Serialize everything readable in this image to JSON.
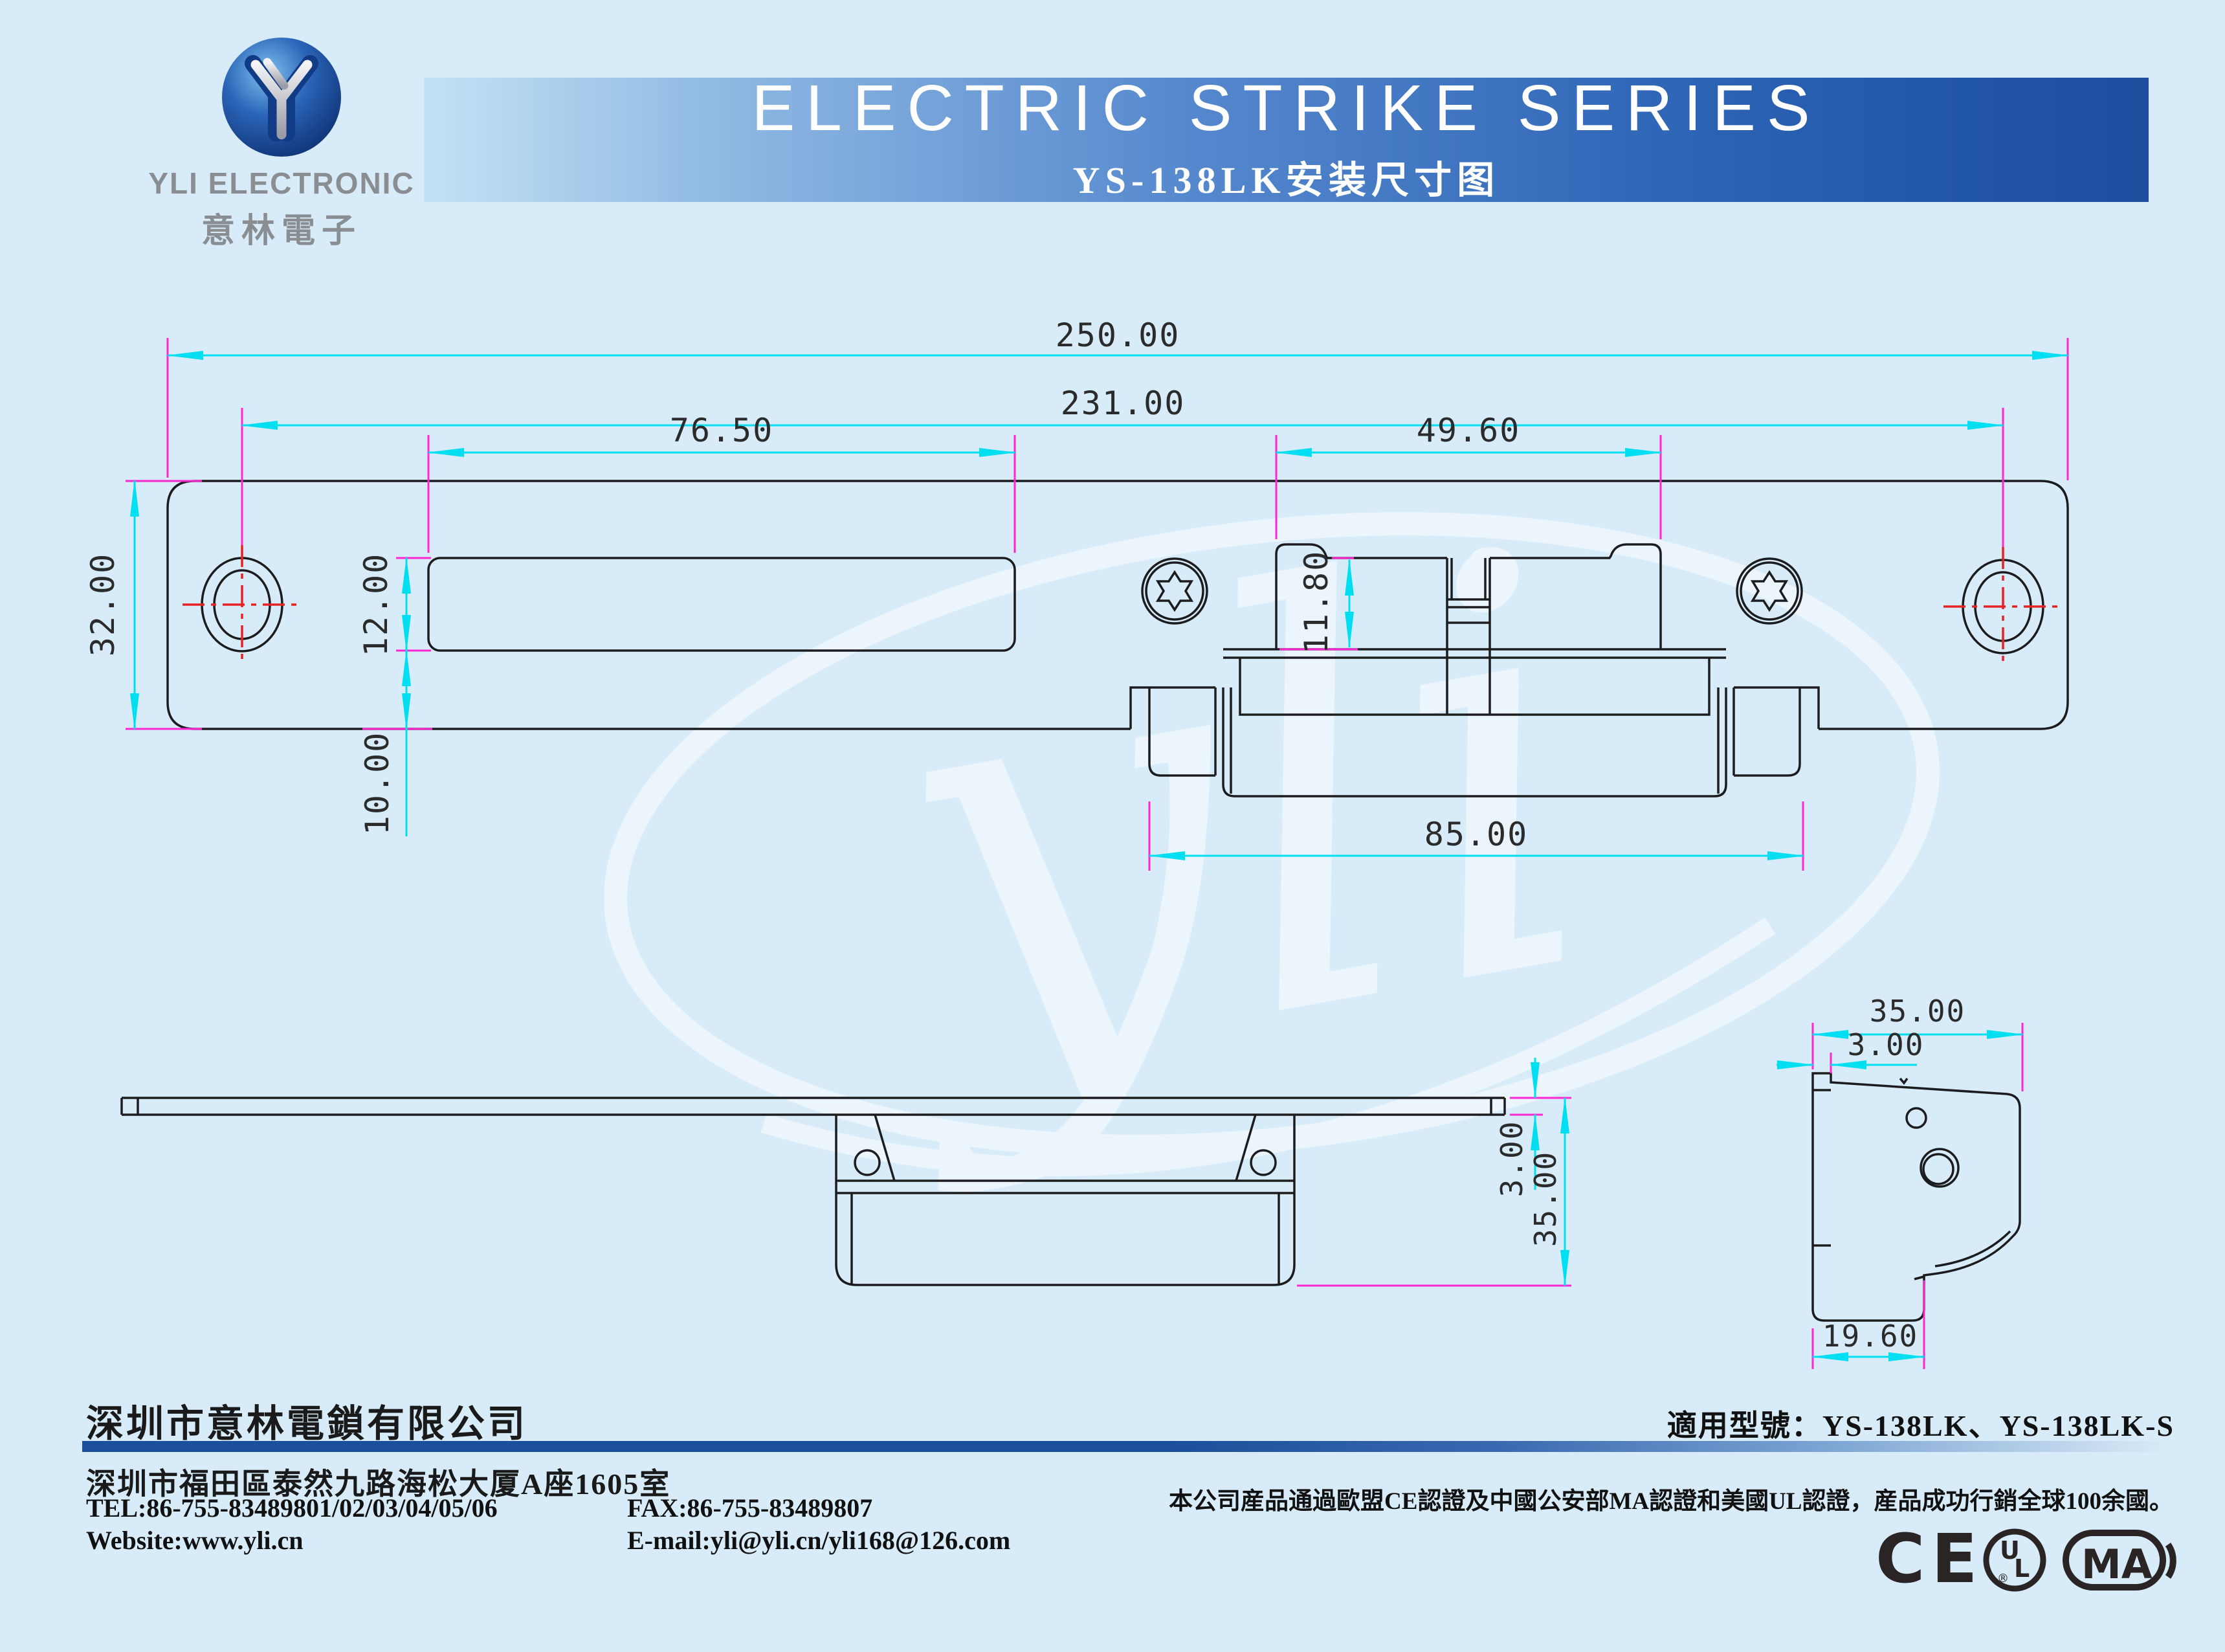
{
  "header": {
    "logo": {
      "monogram": "Y",
      "name": "YLI ELECTRONIC",
      "name_cn": "意林電子"
    },
    "banner": {
      "title": "ELECTRIC STRIKE SERIES",
      "subtitle": "YS-138LK安装尺寸图"
    }
  },
  "drawing": {
    "watermark": "yli",
    "front_view": {
      "dims": {
        "total_width": "250.00",
        "hole_spacing": "231.00",
        "slot_width": "76.50",
        "keeper_width": "49.60",
        "plate_height": "32.00",
        "slot_height": "12.00",
        "slot_to_bottom": "10.00",
        "keeper_inner": "11.80",
        "body_width": "85.00"
      }
    },
    "side_view": {
      "dims": {
        "plate_thickness": "3.00",
        "total_height": "35.00"
      }
    },
    "end_view": {
      "dims": {
        "total_width": "35.00",
        "plate_thickness": "3.00",
        "body_depth": "19.60"
      }
    },
    "colors": {
      "outline": "#1c1c1e",
      "dimension_line": "#00dff2",
      "extension_line": "#ff27d2",
      "centerline": "#e82222",
      "background": "#d7ecf8",
      "banner_left": "#c3e2f4",
      "banner_right": "#1c4d9e"
    }
  },
  "footer": {
    "company_cn": "深圳市意林電鎖有限公司",
    "address_cn": "深圳市福田區泰然九路海松大厦A座1605室",
    "tel": "TEL:86-755-83489801/02/03/04/05/06",
    "fax": "FAX:86-755-83489807",
    "website": "Website:www.yli.cn",
    "email": "E-mail:yli@yli.cn/yli168@126.com",
    "models_label": "適用型號：",
    "models": "YS-138LK、YS-138LK-S",
    "cert_note": "本公司産品通過歐盟CE認證及中國公安部MA認證和美國UL認證，産品成功行銷全球100余國。",
    "cert_marks": [
      "CE",
      "UL",
      "MA"
    ]
  }
}
